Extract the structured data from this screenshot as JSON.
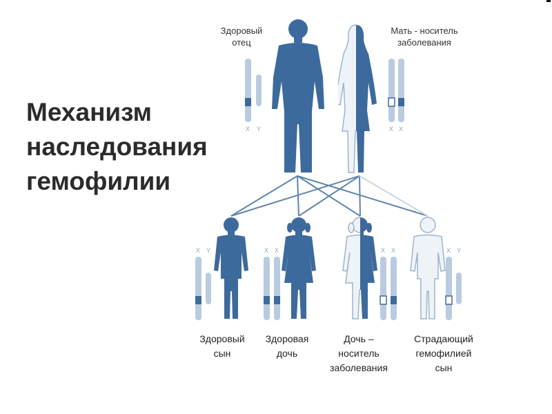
{
  "title": {
    "lines": [
      "Механизм",
      "наследования",
      "гемофилии"
    ]
  },
  "parents": {
    "father": {
      "label": [
        "Здоровый",
        "отец"
      ],
      "chromosomes": [
        "X",
        "Y"
      ]
    },
    "mother": {
      "label": [
        "Мать - носитель",
        "заболевания"
      ],
      "chromosomes": [
        "X",
        "X"
      ]
    }
  },
  "children": [
    {
      "label": [
        "Здоровый",
        "сын"
      ],
      "chromosomes": [
        "X",
        "Y"
      ]
    },
    {
      "label": [
        "Здоровая",
        "дочь"
      ],
      "chromosomes": [
        "X",
        "X"
      ]
    },
    {
      "label": [
        "Дочь –",
        "носитель",
        "заболевания"
      ],
      "chromosomes": [
        "X",
        "X"
      ]
    },
    {
      "label": [
        "Страдающий",
        "гемофилией",
        "сын"
      ],
      "chromosomes": [
        "X",
        "Y"
      ]
    }
  ],
  "colors": {
    "figure": "#3d6a9c",
    "figure_light": "#eef3f8",
    "figure_outline": "#9db3cb",
    "chromosome": "#b9cbe0",
    "band": "#3d6a9c",
    "line": "#5d84ad",
    "line_light": "#c9d8e6",
    "text": "#222222"
  }
}
